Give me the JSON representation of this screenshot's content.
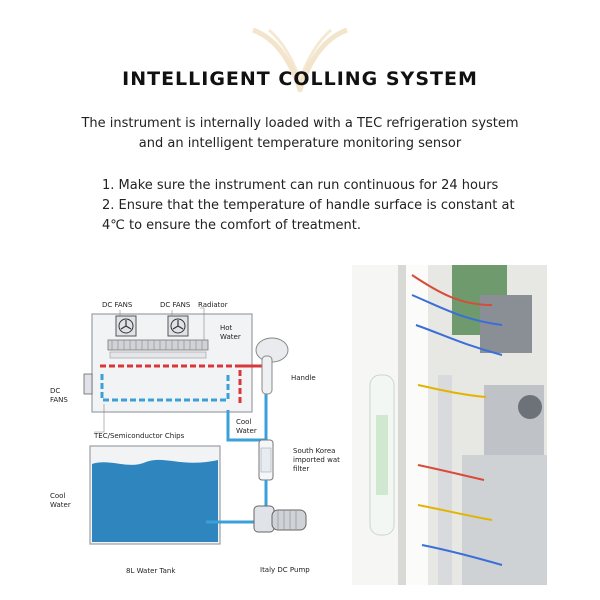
{
  "header": {
    "title": "INTELLIGENT COLLING SYSTEM"
  },
  "intro": {
    "line1": "The instrument is internally loaded with a TEC refrigeration system",
    "line2": "and an intelligent temperature monitoring sensor"
  },
  "points": {
    "p1": "1. Make sure the instrument can run continuous for 24 hours",
    "p2_line1": "2. Ensure that the temperature of handle surface is constant at",
    "p2_line2": "4℃ to ensure the comfort of treatment."
  },
  "diagram": {
    "labels": {
      "dc_fans_1": "DC FANS",
      "dc_fans_2": "DC FANS",
      "radiator": "Radiator",
      "hot_water_1": "Hot",
      "hot_water_2": "Water",
      "handle": "Handle",
      "dc_fans_side_1": "DC",
      "dc_fans_side_2": "FANS",
      "tec_chips": "TEC/Semiconductor Chips",
      "cool_water_1": "Cool",
      "cool_water_2": "Water",
      "filter_1": "South Korea",
      "filter_2": "imported water",
      "filter_3": "filter",
      "cool_water_left_1": "Cool",
      "cool_water_left_2": "Water",
      "tank": "8L Water Tank",
      "pump": "Italy DC Pump"
    }
  },
  "colors": {
    "logo_gold": "#e8cfa0",
    "hot_pipe": "#d9373a",
    "cool_pipe": "#3ba0d8",
    "tank_water": "#2f86bf"
  }
}
